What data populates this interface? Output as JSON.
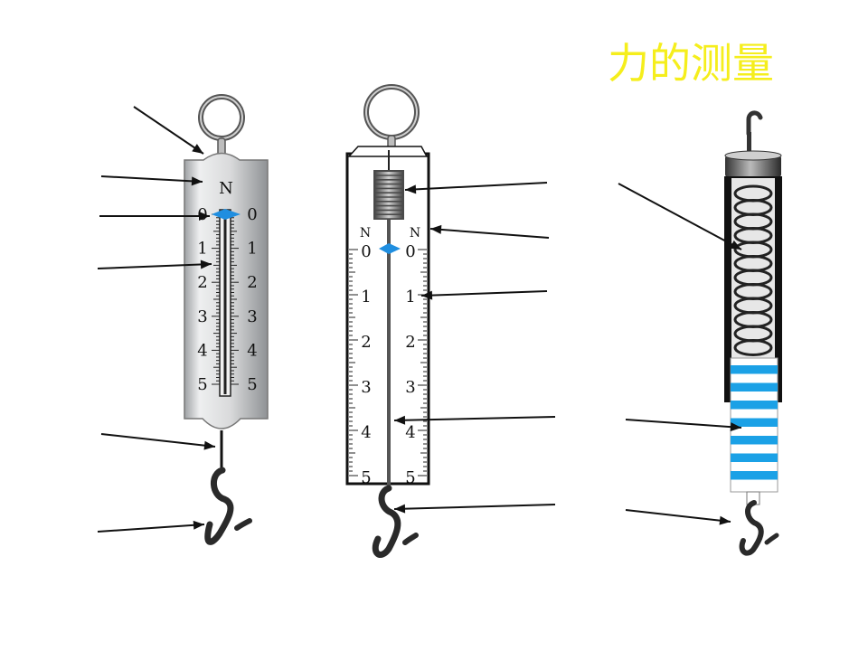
{
  "slide": {
    "title": "力的测量"
  },
  "colors": {
    "title": "#f5ee1c",
    "metal": "#d9dadb",
    "marker": "#1f8ee0",
    "stripe": "#1ba1e6",
    "ink": "#111111"
  },
  "scale1": {
    "unit": "N",
    "ticks_left": [
      "0",
      "1",
      "2",
      "3",
      "4",
      "5"
    ],
    "ticks_right": [
      "0",
      "1",
      "2",
      "3",
      "4",
      "5"
    ]
  },
  "scale2": {
    "unit_left": "N",
    "unit_right": "N",
    "ticks_left": [
      "0",
      "1",
      "2",
      "3",
      "4",
      "5"
    ],
    "ticks_right": [
      "0",
      "1",
      "2",
      "3",
      "4",
      "5"
    ]
  },
  "icons": [
    "spring-scale-flat-icon",
    "spring-scale-board-icon",
    "spring-scale-tube-icon",
    "hook-icon",
    "ring-icon",
    "spring-coil-icon"
  ]
}
